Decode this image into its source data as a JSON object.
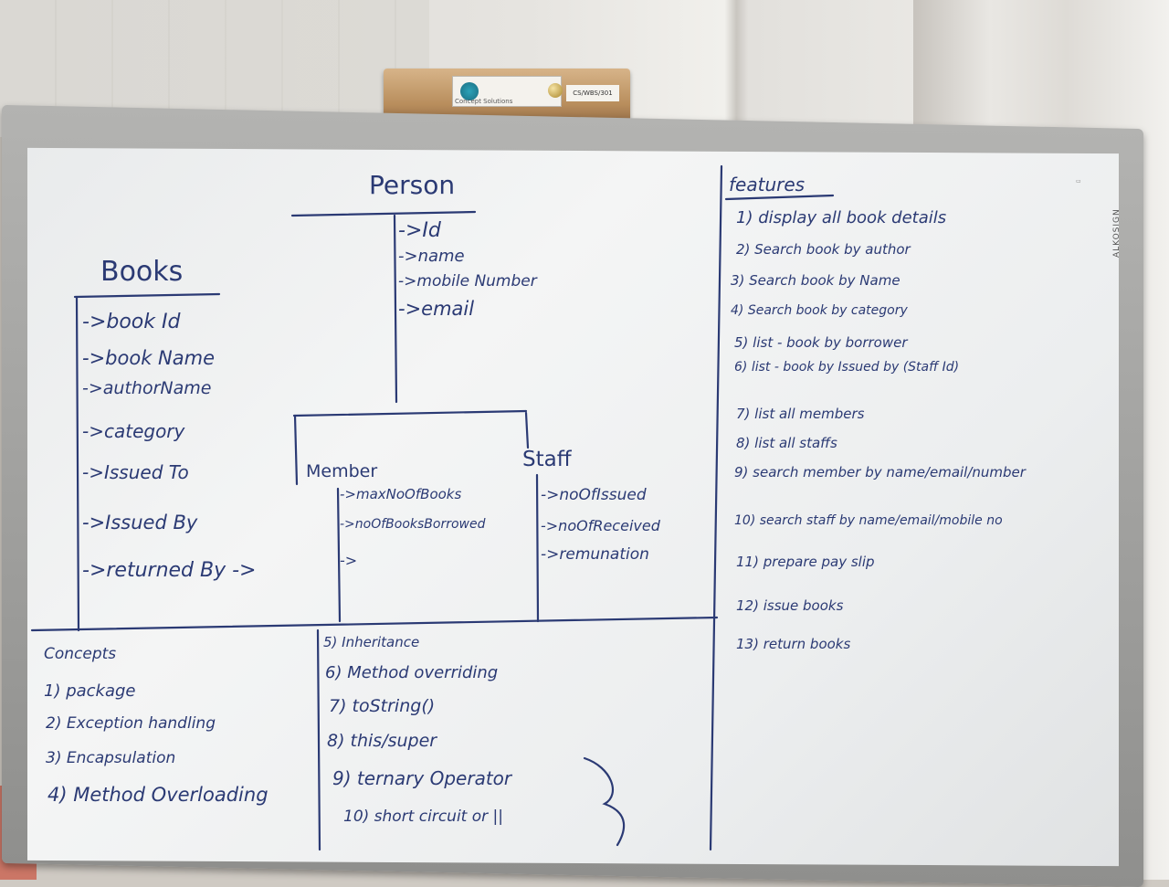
{
  "holder": {
    "plate_text": "Concept Solutions",
    "tag_text": "CS/WBS/301"
  },
  "board": {
    "brand": "ALKOSIGN"
  },
  "person": {
    "title": "Person",
    "fields": [
      "->Id",
      "->name",
      "->mobile Number",
      "->email"
    ]
  },
  "book": {
    "title": "Books",
    "fields": [
      "->book Id",
      "->book Name",
      "->authorName",
      "->category",
      "->Issued To",
      "->Issued By",
      "->returned By ->"
    ]
  },
  "member": {
    "title": "Member",
    "fields": [
      "->maxNoOfBooks",
      "->noOfBooksBorrowed",
      "->"
    ]
  },
  "staff": {
    "title": "Staff",
    "fields": [
      "->noOfIssued",
      "->noOfReceived",
      "->remunation"
    ]
  },
  "features": {
    "title": "features",
    "items": [
      "1) display all book details",
      "2) Search book by author",
      "3) Search book by Name",
      "4) Search book by category",
      "5) list - book by borrower",
      "6) list - book by Issued by (Staff Id)",
      "7) list all members",
      "8) list all staffs",
      "9) search member by name/email/number",
      "10) search staff by name/email/mobile no",
      "11) prepare pay slip",
      "12) issue books",
      "13) return books"
    ]
  },
  "concepts": {
    "title": "Concepts",
    "left": [
      "1) package",
      "2) Exception handling",
      "3) Encapsulation",
      "4) Method Overloading"
    ],
    "right": [
      "5) Inheritance",
      "6) Method overriding",
      "7) toString()",
      "8) this/super",
      "9) ternary Operator",
      "10) short circuit or ||"
    ]
  }
}
